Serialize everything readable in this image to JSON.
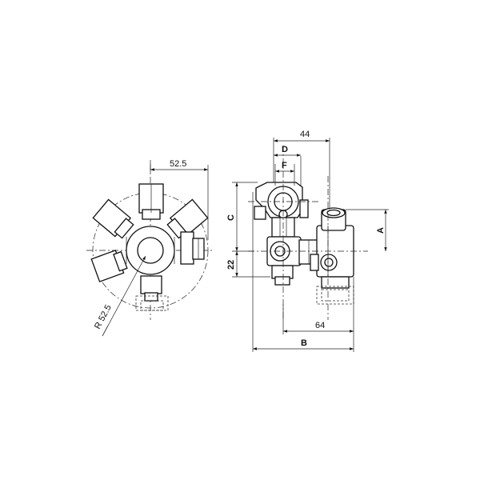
{
  "dimensions": {
    "left_width": "52.5",
    "radius": "R 52.5",
    "top_44": "44",
    "label_d": "D",
    "label_f": "F",
    "label_c": "C",
    "label_a": "A",
    "label_22": "22",
    "bottom_64": "64",
    "label_b": "B"
  }
}
